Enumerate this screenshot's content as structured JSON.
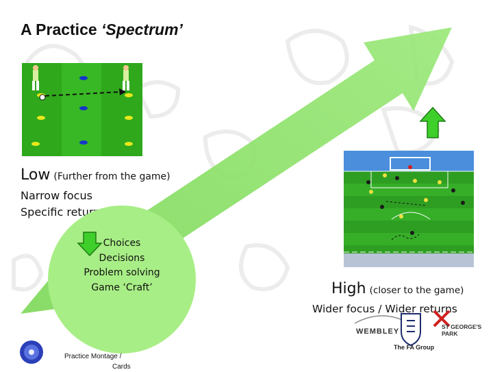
{
  "title": {
    "main": "A Practice ",
    "italic": "‘Spectrum’"
  },
  "low": {
    "word": "Low",
    "note": "(Further from the game)"
  },
  "low_points": [
    "Narrow focus",
    "Specific returns"
  ],
  "choices": [
    "Choices",
    "Decisions",
    "Problem solving",
    "Game ‘Craft’"
  ],
  "high": {
    "word": "High",
    "note": "(closer to the game)"
  },
  "high_points": "Wider focus  / Wider  returns",
  "logos": {
    "wembley": "WEMBLEY",
    "georges_park_1": "ST GEORGE'S",
    "georges_park_2": "PARK",
    "fa_group": "The FA Group"
  },
  "footer": {
    "line1": "Practice Montage  /",
    "line2": "Cards"
  },
  "colors": {
    "arrow": "#8ae462",
    "circle": "#a8ee86",
    "pitch": "#2fa81c",
    "up_arrow": "#3fcf2a"
  },
  "icons": {
    "up": "up-arrow-icon",
    "down": "down-arrow-icon",
    "disc": "disc-icon"
  }
}
